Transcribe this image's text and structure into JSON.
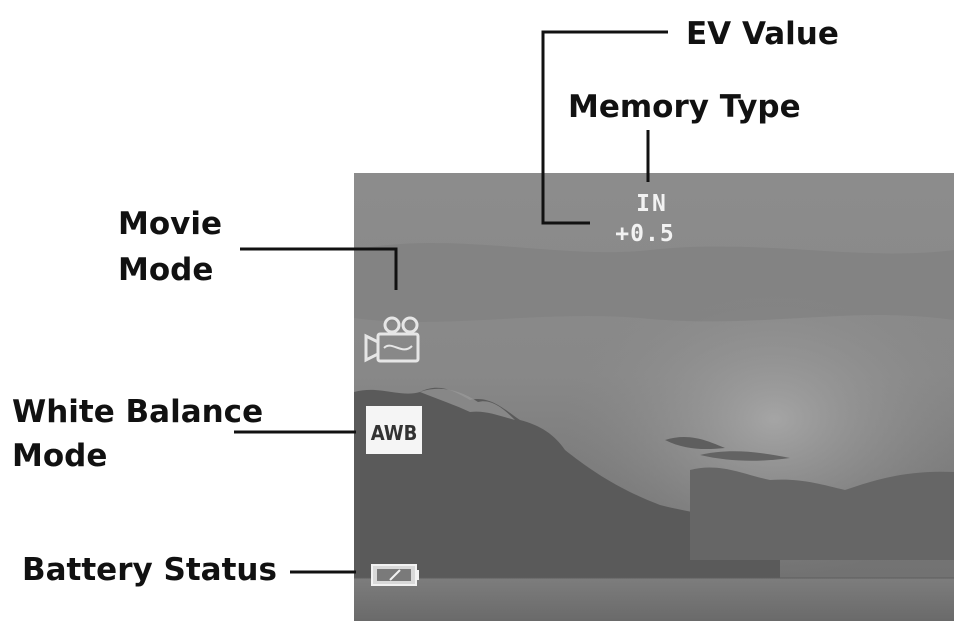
{
  "callouts": {
    "ev_value": "EV Value",
    "memory_type": "Memory Type",
    "movie_mode_line1": "Movie",
    "movie_mode_line2": "Mode",
    "white_balance_line1": "White Balance",
    "white_balance_line2": "Mode",
    "battery_status": "Battery Status"
  },
  "screen_overlay": {
    "memory_type_value": "IN",
    "ev_value": "+0.5",
    "white_balance_badge": "AWB"
  },
  "icons": {
    "movie_mode": "movie-camera-icon",
    "battery_status": "battery-icon"
  },
  "colors": {
    "screen_sky": "#8a8a8a",
    "screen_overlay_text": "#f2f2f2",
    "callout_text": "#111111"
  }
}
